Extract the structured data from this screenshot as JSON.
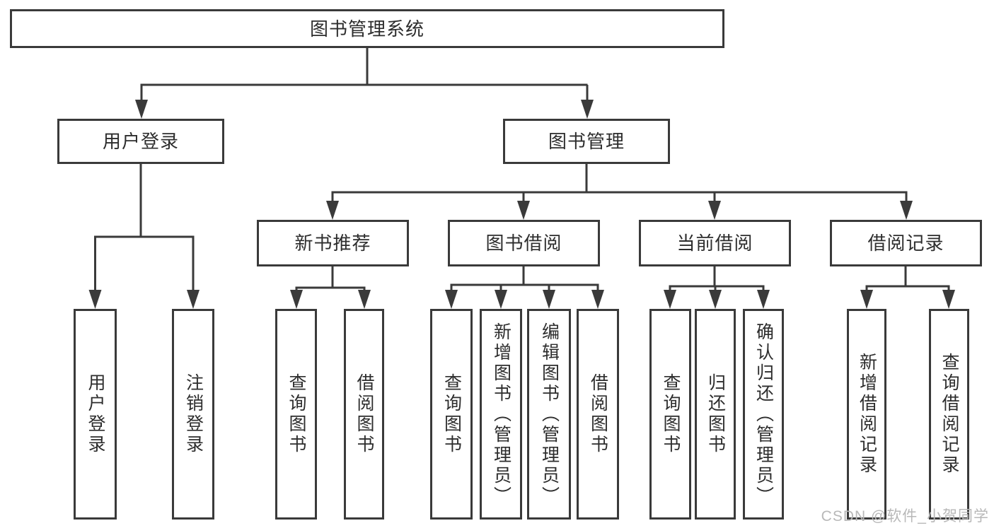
{
  "colors": {
    "background": "#ffffff",
    "line": "#3a3a3a",
    "box_border": "#3a3a3a",
    "text": "#2d2d2d",
    "watermark": "#b8b8b8"
  },
  "diagram_type": "hierarchy-tree",
  "tree": {
    "root": {
      "label": "图书管理系统"
    },
    "branches": [
      {
        "label": "用户登录",
        "children": [
          {
            "label": "用户登录"
          },
          {
            "label": "注销登录"
          }
        ]
      },
      {
        "label": "图书管理",
        "children": [
          {
            "label": "新书推荐",
            "children": [
              {
                "label": "查询图书"
              },
              {
                "label": "借阅图书"
              }
            ]
          },
          {
            "label": "图书借阅",
            "children": [
              {
                "label": "查询图书"
              },
              {
                "label": "新增图书（管理员）"
              },
              {
                "label": "编辑图书（管理员）"
              },
              {
                "label": "借阅图书"
              }
            ]
          },
          {
            "label": "当前借阅",
            "children": [
              {
                "label": "查询图书"
              },
              {
                "label": "归还图书"
              },
              {
                "label": "确认归还（管理员）"
              }
            ]
          },
          {
            "label": "借阅记录",
            "children": [
              {
                "label": "新增借阅记录"
              },
              {
                "label": "查询借阅记录"
              }
            ]
          }
        ]
      }
    ]
  },
  "watermark": {
    "text": "CSDN @软件_小贺同学"
  }
}
